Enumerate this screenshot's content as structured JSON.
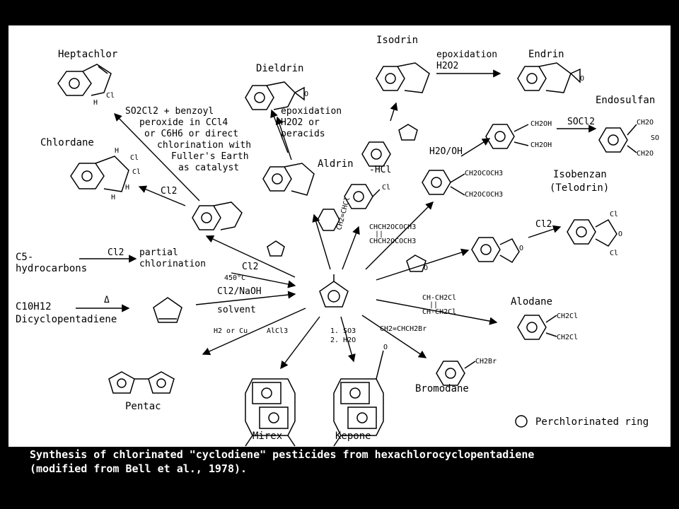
{
  "compounds": {
    "heptachlor": "Heptachlor",
    "chlordane": "Chlordane",
    "dieldrin": "Dieldrin",
    "isodrin": "Isodrin",
    "endrin": "Endrin",
    "endosulfan": "Endosulfan",
    "aldrin": "Aldrin",
    "isobenzan": "Isobenzan",
    "telodrin": "(Telodrin)",
    "alodane": "Alodane",
    "bromodane": "Bromodane",
    "mirex": "Mirex",
    "kepone": "Kepone",
    "pentac": "Pentac",
    "dicyclopentadiene": "Dicyclopentadiene",
    "c10h12": "C10H12",
    "c5_1": "C5-",
    "c5_2": "hydrocarbons"
  },
  "labels": {
    "hept_cond": [
      "SO2Cl2 + benzoyl",
      "peroxide in CCl4",
      "or C6H6 or direct",
      "chlorination with",
      "Fuller's Earth",
      "as catalyst"
    ],
    "diel_cond": [
      "epoxidation",
      "H2O2 or",
      "peracids"
    ],
    "endrin_cond": [
      "epoxidation",
      "H2O2"
    ],
    "endo_cond": "SOCl2",
    "h2o_oh": "H2O/OH",
    "hcl": "-HCl",
    "cl2": "Cl2",
    "cl2_450": "Cl2",
    "temp": "450°C",
    "partial": [
      "partial",
      "chlorination"
    ],
    "delta": "Δ",
    "cl2_naoh": "Cl2/NaOH",
    "solvent": "solvent",
    "h2cu": "H2 or Cu",
    "alcl3": "AlCl3",
    "so3_1": "1. SO3",
    "so3_2": "2. H2O",
    "allyl": "CH2=CHCH2Br",
    "vinyl": "CH2=CHCl",
    "diacetate": [
      "CHCH2OCOCH3",
      "||",
      "CHCH2OCOCH3"
    ],
    "dichlorobutene": [
      "CH-CH2Cl",
      "||",
      "CH-CH2Cl"
    ],
    "ch2oh": "CH2OH",
    "ch2ococh3": "CH2OCOCH3",
    "ch2o": "CH2O",
    "so": "SO",
    "ch2cl": "CH2Cl",
    "ch2br": "CH2Br",
    "cl": "Cl",
    "h": "H",
    "o": "O",
    "ring_c": "Cl",
    "legend": "Perchlorinated ring"
  },
  "caption": {
    "line1": "Synthesis of chlorinated \"cyclodiene\" pesticides from hexachlorocyclopentadiene",
    "line2": "(modified from Bell et al., 1978)."
  }
}
